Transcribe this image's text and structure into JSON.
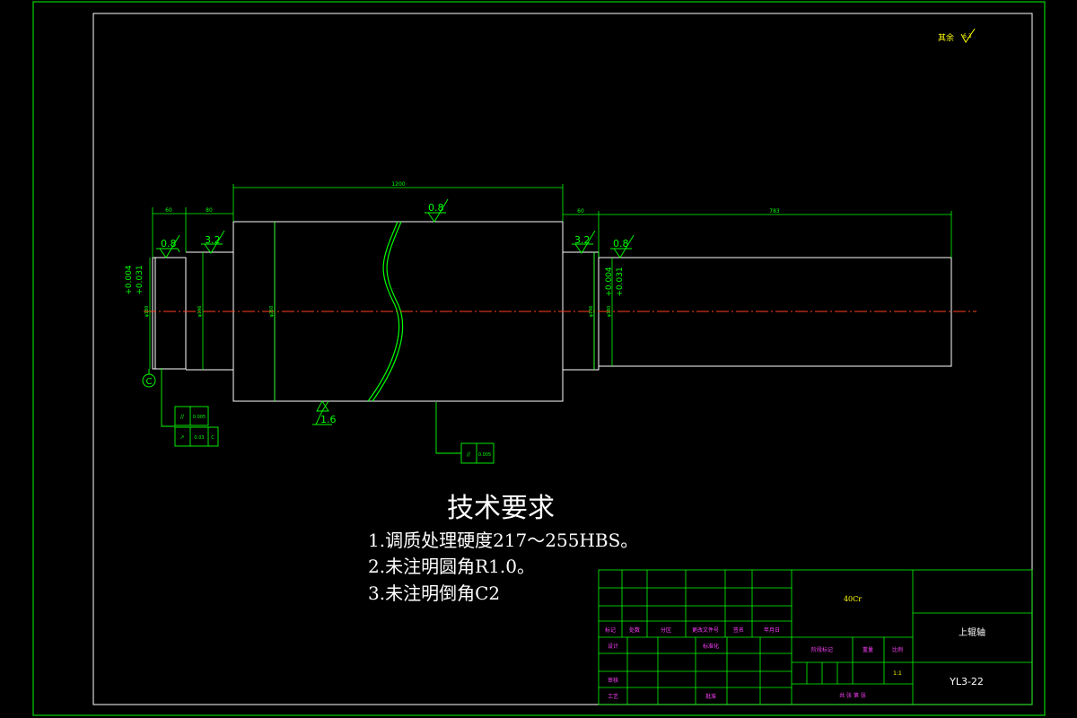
{
  "roughness_corner": {
    "label": "其余",
    "value": "6.3"
  },
  "dimensions": {
    "d60_left": "60",
    "d80": "80",
    "d1200": "1200",
    "d60_right": "60",
    "d783": "783"
  },
  "roughness": {
    "r_left1": "0.8",
    "r_left2": "3.2",
    "r_top_mid": "0.8",
    "r_right1": "3.2",
    "r_right2": "0.8",
    "r_bottom": "1.6"
  },
  "tolerances": {
    "left_upper": "+0.004",
    "left_lower": "+0.031",
    "right_upper": "+0.004",
    "right_lower": "+0.031"
  },
  "diameters": {
    "d1": "φ180",
    "d2": "φ196",
    "d3": "φ260",
    "d4": "φ196",
    "d5": "φ180"
  },
  "datum_label": "C",
  "fcf": {
    "left_row1_sym": "//",
    "left_row1_val": "0.005",
    "left_row2_sym": "↗",
    "left_row2_val": "0.03",
    "left_row2_ref": "C",
    "right_sym": "//",
    "right_val": "0.005"
  },
  "tech_req": {
    "title": "技术要求",
    "items": [
      "1.调质处理硬度217～255HBS。",
      "2.未注明圆角R1.0。",
      "3.未注明倒角C2"
    ]
  },
  "title_block": {
    "material": "40Cr",
    "part_name": "上辊轴",
    "drawing_no": "YL3-22",
    "scale": "1:1",
    "header_row": [
      "标记",
      "处数",
      "分区",
      "更改文件号",
      "签名",
      "年月日"
    ],
    "design": "设计",
    "standardize": "标准化",
    "review": "审核",
    "process": "工艺",
    "approve": "批准",
    "stage_mark": "阶段标记",
    "weight": "重量",
    "ratio": "比例",
    "sheets": "共  张  第  张"
  }
}
